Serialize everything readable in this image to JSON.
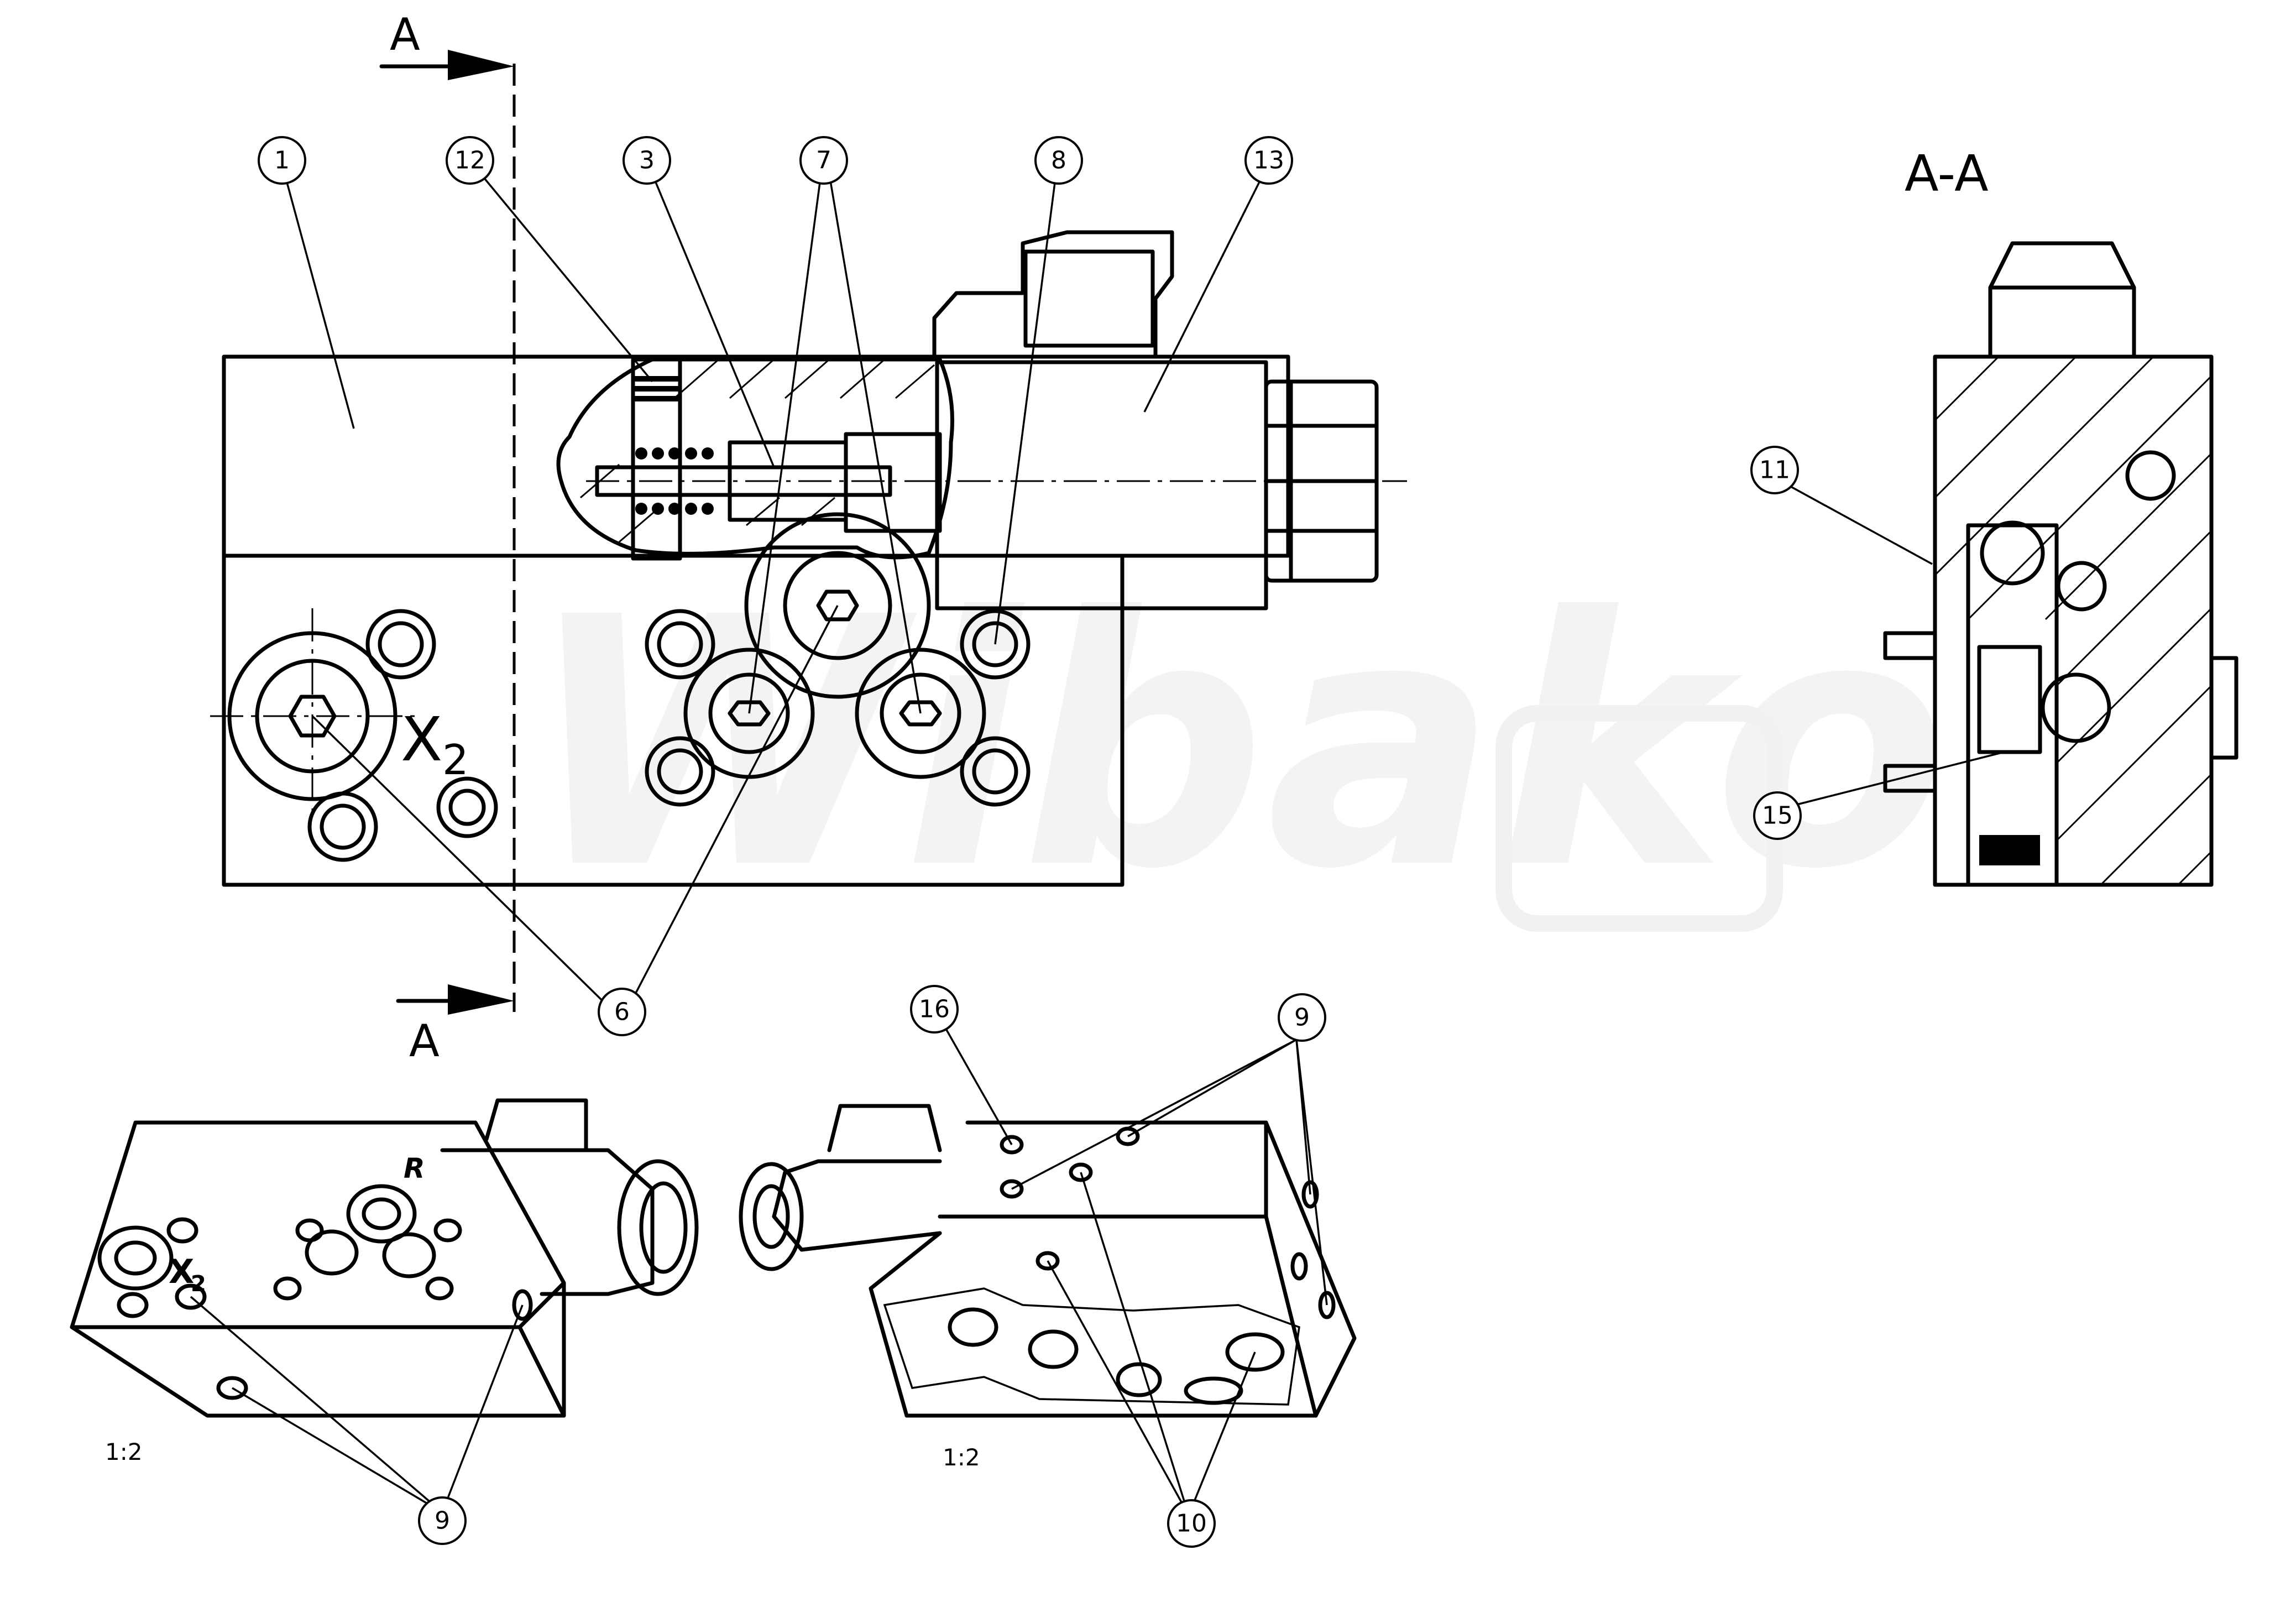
{
  "section_marker": {
    "letter_top": "A",
    "letter_bottom": "A"
  },
  "section_title": "A-A",
  "port_label_main": "X",
  "port_label_main_sub": "2",
  "port_label_iso": "X",
  "port_label_iso_sub": "2",
  "port_label_r": "R",
  "scale_left": "1:2",
  "scale_right": "1:2",
  "watermark": "Wibako",
  "callouts": {
    "c1": "1",
    "c12": "12",
    "c3": "3",
    "c7": "7",
    "c8": "8",
    "c13": "13",
    "c6": "6",
    "c11": "11",
    "c15": "15",
    "c16": "16",
    "c9a": "9",
    "c9b": "9",
    "c10": "10"
  }
}
